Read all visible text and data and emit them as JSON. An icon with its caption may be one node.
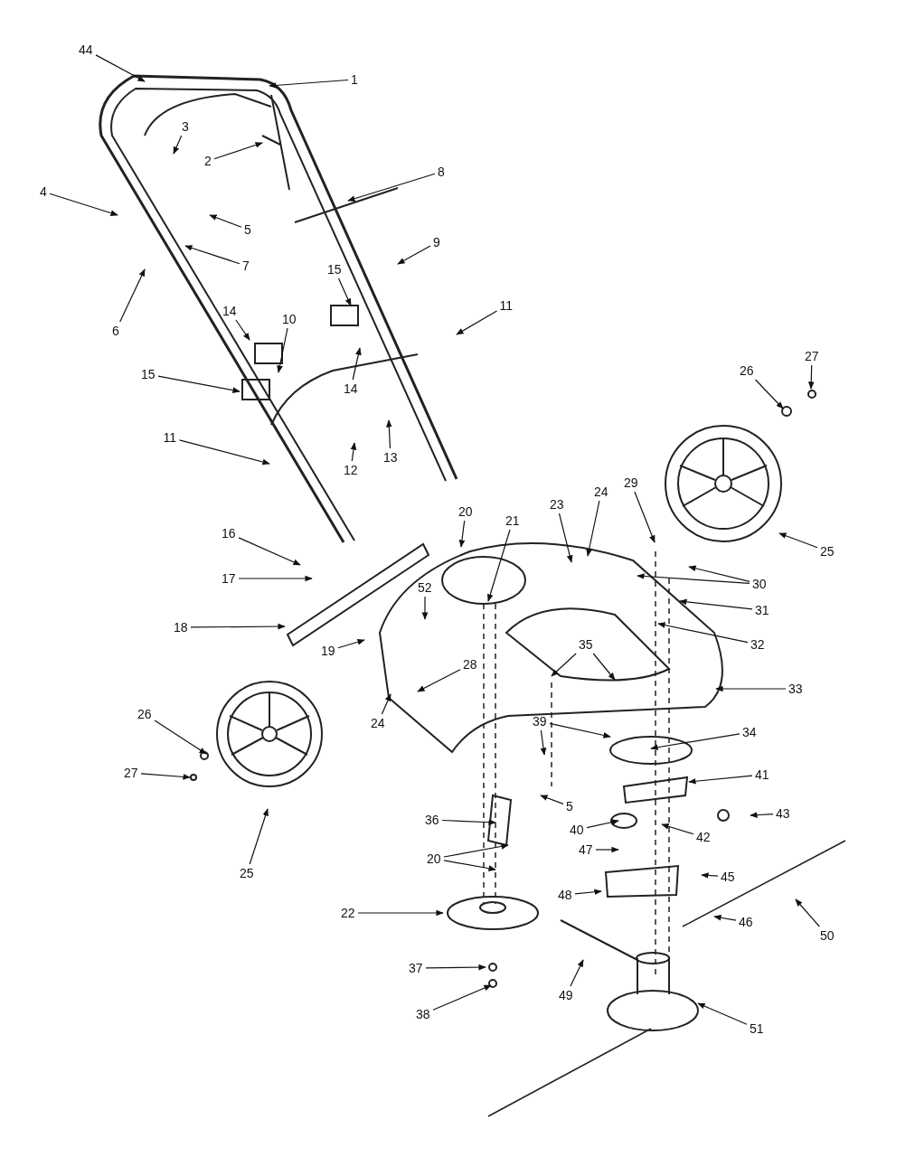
{
  "diagram": {
    "nodes": [
      {
        "text": [
          "44"
        ]
      },
      {
        "text": [
          "1"
        ]
      },
      {
        "text": [
          "3"
        ]
      },
      {
        "text": [
          "2"
        ]
      },
      {
        "text": [
          "4"
        ]
      },
      {
        "text": [
          "5"
        ]
      },
      {
        "text": [
          "8"
        ]
      },
      {
        "text": [
          "7"
        ]
      },
      {
        "text": [
          "6"
        ]
      },
      {
        "text": [
          "9"
        ]
      },
      {
        "text": [
          "15"
        ]
      },
      {
        "text": [
          "11"
        ]
      },
      {
        "text": [
          "14"
        ]
      },
      {
        "text": [
          "10"
        ]
      },
      {
        "text": [
          "15"
        ]
      },
      {
        "text": [
          "14"
        ]
      },
      {
        "text": [
          "12"
        ]
      },
      {
        "text": [
          "13"
        ]
      },
      {
        "text": [
          "11"
        ]
      },
      {
        "text": [
          "16"
        ]
      },
      {
        "text": [
          "17"
        ]
      },
      {
        "text": [
          "20"
        ]
      },
      {
        "text": [
          "21"
        ]
      },
      {
        "text": [
          "23"
        ]
      },
      {
        "text": [
          "24"
        ]
      },
      {
        "text": [
          "52"
        ]
      },
      {
        "text": [
          "18"
        ]
      },
      {
        "text": [
          "19"
        ]
      },
      {
        "text": [
          "26"
        ]
      },
      {
        "text": [
          "27"
        ]
      },
      {
        "text": [
          "29"
        ]
      },
      {
        "text": [
          "25"
        ]
      },
      {
        "text": [
          "30"
        ]
      },
      {
        "text": [
          "31"
        ]
      },
      {
        "text": [
          "32"
        ]
      },
      {
        "text": [
          "35"
        ]
      },
      {
        "text": [
          "33"
        ]
      },
      {
        "text": [
          "24"
        ]
      },
      {
        "text": [
          "28"
        ]
      },
      {
        "text": [
          "26"
        ]
      },
      {
        "text": [
          "27"
        ]
      },
      {
        "text": [
          "25"
        ]
      },
      {
        "text": [
          "39"
        ]
      },
      {
        "text": [
          "34"
        ]
      },
      {
        "text": [
          "5"
        ]
      },
      {
        "text": [
          "41"
        ]
      },
      {
        "text": [
          "43"
        ]
      },
      {
        "text": [
          "36"
        ]
      },
      {
        "text": [
          "40"
        ]
      },
      {
        "text": [
          "42"
        ]
      },
      {
        "text": [
          "47"
        ]
      },
      {
        "text": [
          "45"
        ]
      },
      {
        "text": [
          "20"
        ]
      },
      {
        "text": [
          "48"
        ]
      },
      {
        "text": [
          "46"
        ]
      },
      {
        "text": [
          "50"
        ]
      },
      {
        "text": [
          "22"
        ]
      },
      {
        "text": [
          "37"
        ]
      },
      {
        "text": [
          "49"
        ]
      },
      {
        "text": [
          "38"
        ]
      },
      {
        "text": [
          "51"
        ]
      }
    ],
    "edges": [
      {
        "from": 0,
        "to": null,
        "arrow": "to"
      },
      {
        "from": 1,
        "to": null,
        "arrow": "to"
      },
      {
        "from": 2,
        "to": null,
        "arrow": "to"
      },
      {
        "from": 3,
        "to": null,
        "arrow": "to"
      },
      {
        "from": 4,
        "to": null,
        "arrow": "to"
      },
      {
        "from": 5,
        "to": null,
        "arrow": "to"
      },
      {
        "from": 6,
        "to": null,
        "arrow": "to"
      },
      {
        "from": 7,
        "to": null,
        "arrow": "to"
      },
      {
        "from": 8,
        "to": null,
        "arrow": "to"
      },
      {
        "from": 9,
        "to": null,
        "arrow": "to"
      },
      {
        "from": 10,
        "to": null,
        "arrow": "to"
      },
      {
        "from": 11,
        "to": null,
        "arrow": "to"
      },
      {
        "from": 12,
        "to": null,
        "arrow": "to"
      },
      {
        "from": 13,
        "to": null,
        "arrow": "to"
      },
      {
        "from": 14,
        "to": null,
        "arrow": "to"
      },
      {
        "from": 15,
        "to": null,
        "arrow": "to"
      },
      {
        "from": 16,
        "to": null,
        "arrow": "to"
      },
      {
        "from": 17,
        "to": null,
        "arrow": "to"
      },
      {
        "from": 18,
        "to": null,
        "arrow": "to"
      },
      {
        "from": 19,
        "to": null,
        "arrow": "to"
      },
      {
        "from": 20,
        "to": null,
        "arrow": "to"
      },
      {
        "from": 21,
        "to": null,
        "arrow": "to"
      },
      {
        "from": 22,
        "to": null,
        "arrow": "to"
      },
      {
        "from": 23,
        "to": null,
        "arrow": "to"
      },
      {
        "from": 24,
        "to": null,
        "arrow": "to"
      },
      {
        "from": 25,
        "to": null,
        "arrow": "to"
      },
      {
        "from": 26,
        "to": null,
        "arrow": "to"
      },
      {
        "from": 27,
        "to": null,
        "arrow": "to"
      },
      {
        "from": 28,
        "to": null,
        "arrow": "to"
      },
      {
        "from": 29,
        "to": null,
        "arrow": "to"
      },
      {
        "from": 30,
        "to": null,
        "arrow": "to"
      },
      {
        "from": 31,
        "to": null,
        "arrow": "to"
      },
      {
        "from": 32,
        "to": null,
        "arrow": "to"
      },
      {
        "from": 32,
        "to": null,
        "arrow": "to"
      },
      {
        "from": 33,
        "to": null,
        "arrow": "to"
      },
      {
        "from": 34,
        "to": null,
        "arrow": "to"
      },
      {
        "from": 35,
        "to": null,
        "arrow": "to"
      },
      {
        "from": 35,
        "to": null,
        "arrow": "to"
      },
      {
        "from": 36,
        "to": null,
        "arrow": "to"
      },
      {
        "from": 37,
        "to": null,
        "arrow": "to"
      },
      {
        "from": 38,
        "to": null,
        "arrow": "to"
      },
      {
        "from": 39,
        "to": null,
        "arrow": "to"
      },
      {
        "from": 40,
        "to": null,
        "arrow": "to"
      },
      {
        "from": 41,
        "to": null,
        "arrow": "to"
      },
      {
        "from": 42,
        "to": null,
        "arrow": "to"
      },
      {
        "from": 42,
        "to": null,
        "arrow": "to"
      },
      {
        "from": 43,
        "to": null,
        "arrow": "to"
      },
      {
        "from": 44,
        "to": null,
        "arrow": "to"
      },
      {
        "from": 45,
        "to": null,
        "arrow": "to"
      },
      {
        "from": 46,
        "to": null,
        "arrow": "to"
      },
      {
        "from": 47,
        "to": null,
        "arrow": "to"
      },
      {
        "from": 48,
        "to": null,
        "arrow": "to"
      },
      {
        "from": 49,
        "to": null,
        "arrow": "to"
      },
      {
        "from": 50,
        "to": null,
        "arrow": "to"
      },
      {
        "from": 51,
        "to": null,
        "arrow": "to"
      },
      {
        "from": 52,
        "to": null,
        "arrow": "to"
      },
      {
        "from": 52,
        "to": null,
        "arrow": "to"
      },
      {
        "from": 53,
        "to": null,
        "arrow": "to"
      },
      {
        "from": 54,
        "to": null,
        "arrow": "to"
      },
      {
        "from": 55,
        "to": null,
        "arrow": "to"
      },
      {
        "from": 56,
        "to": null,
        "arrow": "to"
      },
      {
        "from": 57,
        "to": null,
        "arrow": "to"
      },
      {
        "from": 58,
        "to": null,
        "arrow": "to"
      },
      {
        "from": 59,
        "to": null,
        "arrow": "to"
      },
      {
        "from": 60,
        "to": null,
        "arrow": "to"
      }
    ]
  }
}
